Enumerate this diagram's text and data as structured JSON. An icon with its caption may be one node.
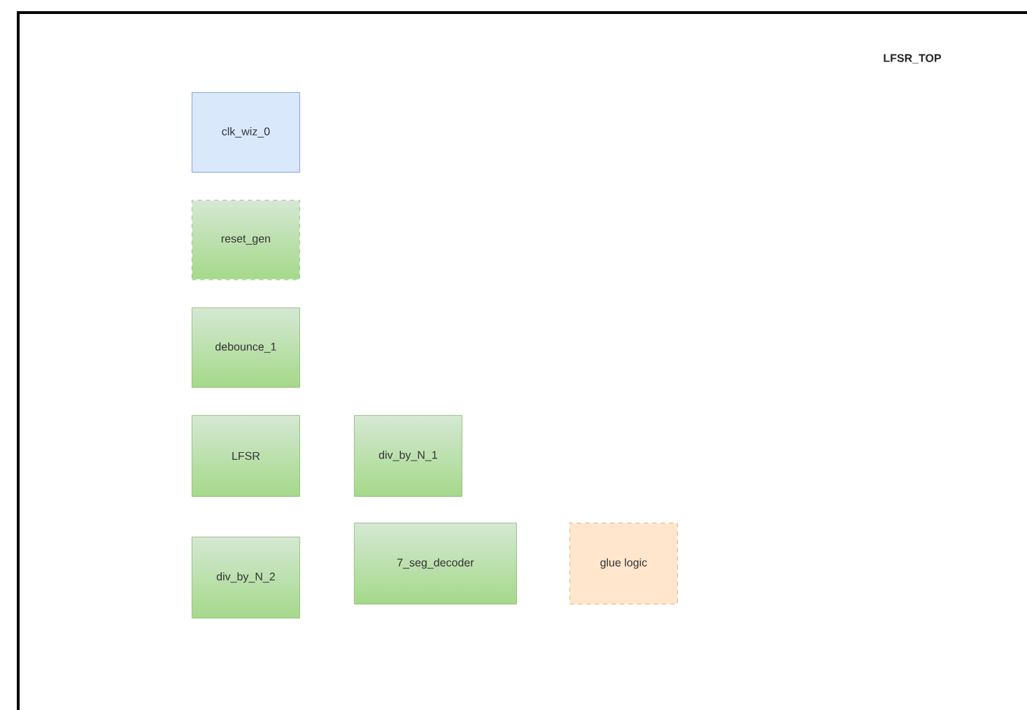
{
  "diagram": {
    "nodes": [
      {
        "text": [
          "LFSR_TOP"
        ]
      },
      {
        "text": [
          "clk_wiz_0"
        ],
        "in": 0
      },
      {
        "text": [
          "reset_gen"
        ],
        "in": 0
      },
      {
        "text": [
          "debounce_1"
        ],
        "in": 0
      },
      {
        "text": [
          "LFSR"
        ],
        "in": 0
      },
      {
        "text": [
          "div_by_N_1"
        ],
        "in": 0
      },
      {
        "text": [
          "div_by_N_2"
        ],
        "in": 0
      },
      {
        "text": [
          "7_seg_decoder"
        ],
        "in": 0
      },
      {
        "text": [
          "glue logic"
        ],
        "in": 0
      }
    ]
  }
}
